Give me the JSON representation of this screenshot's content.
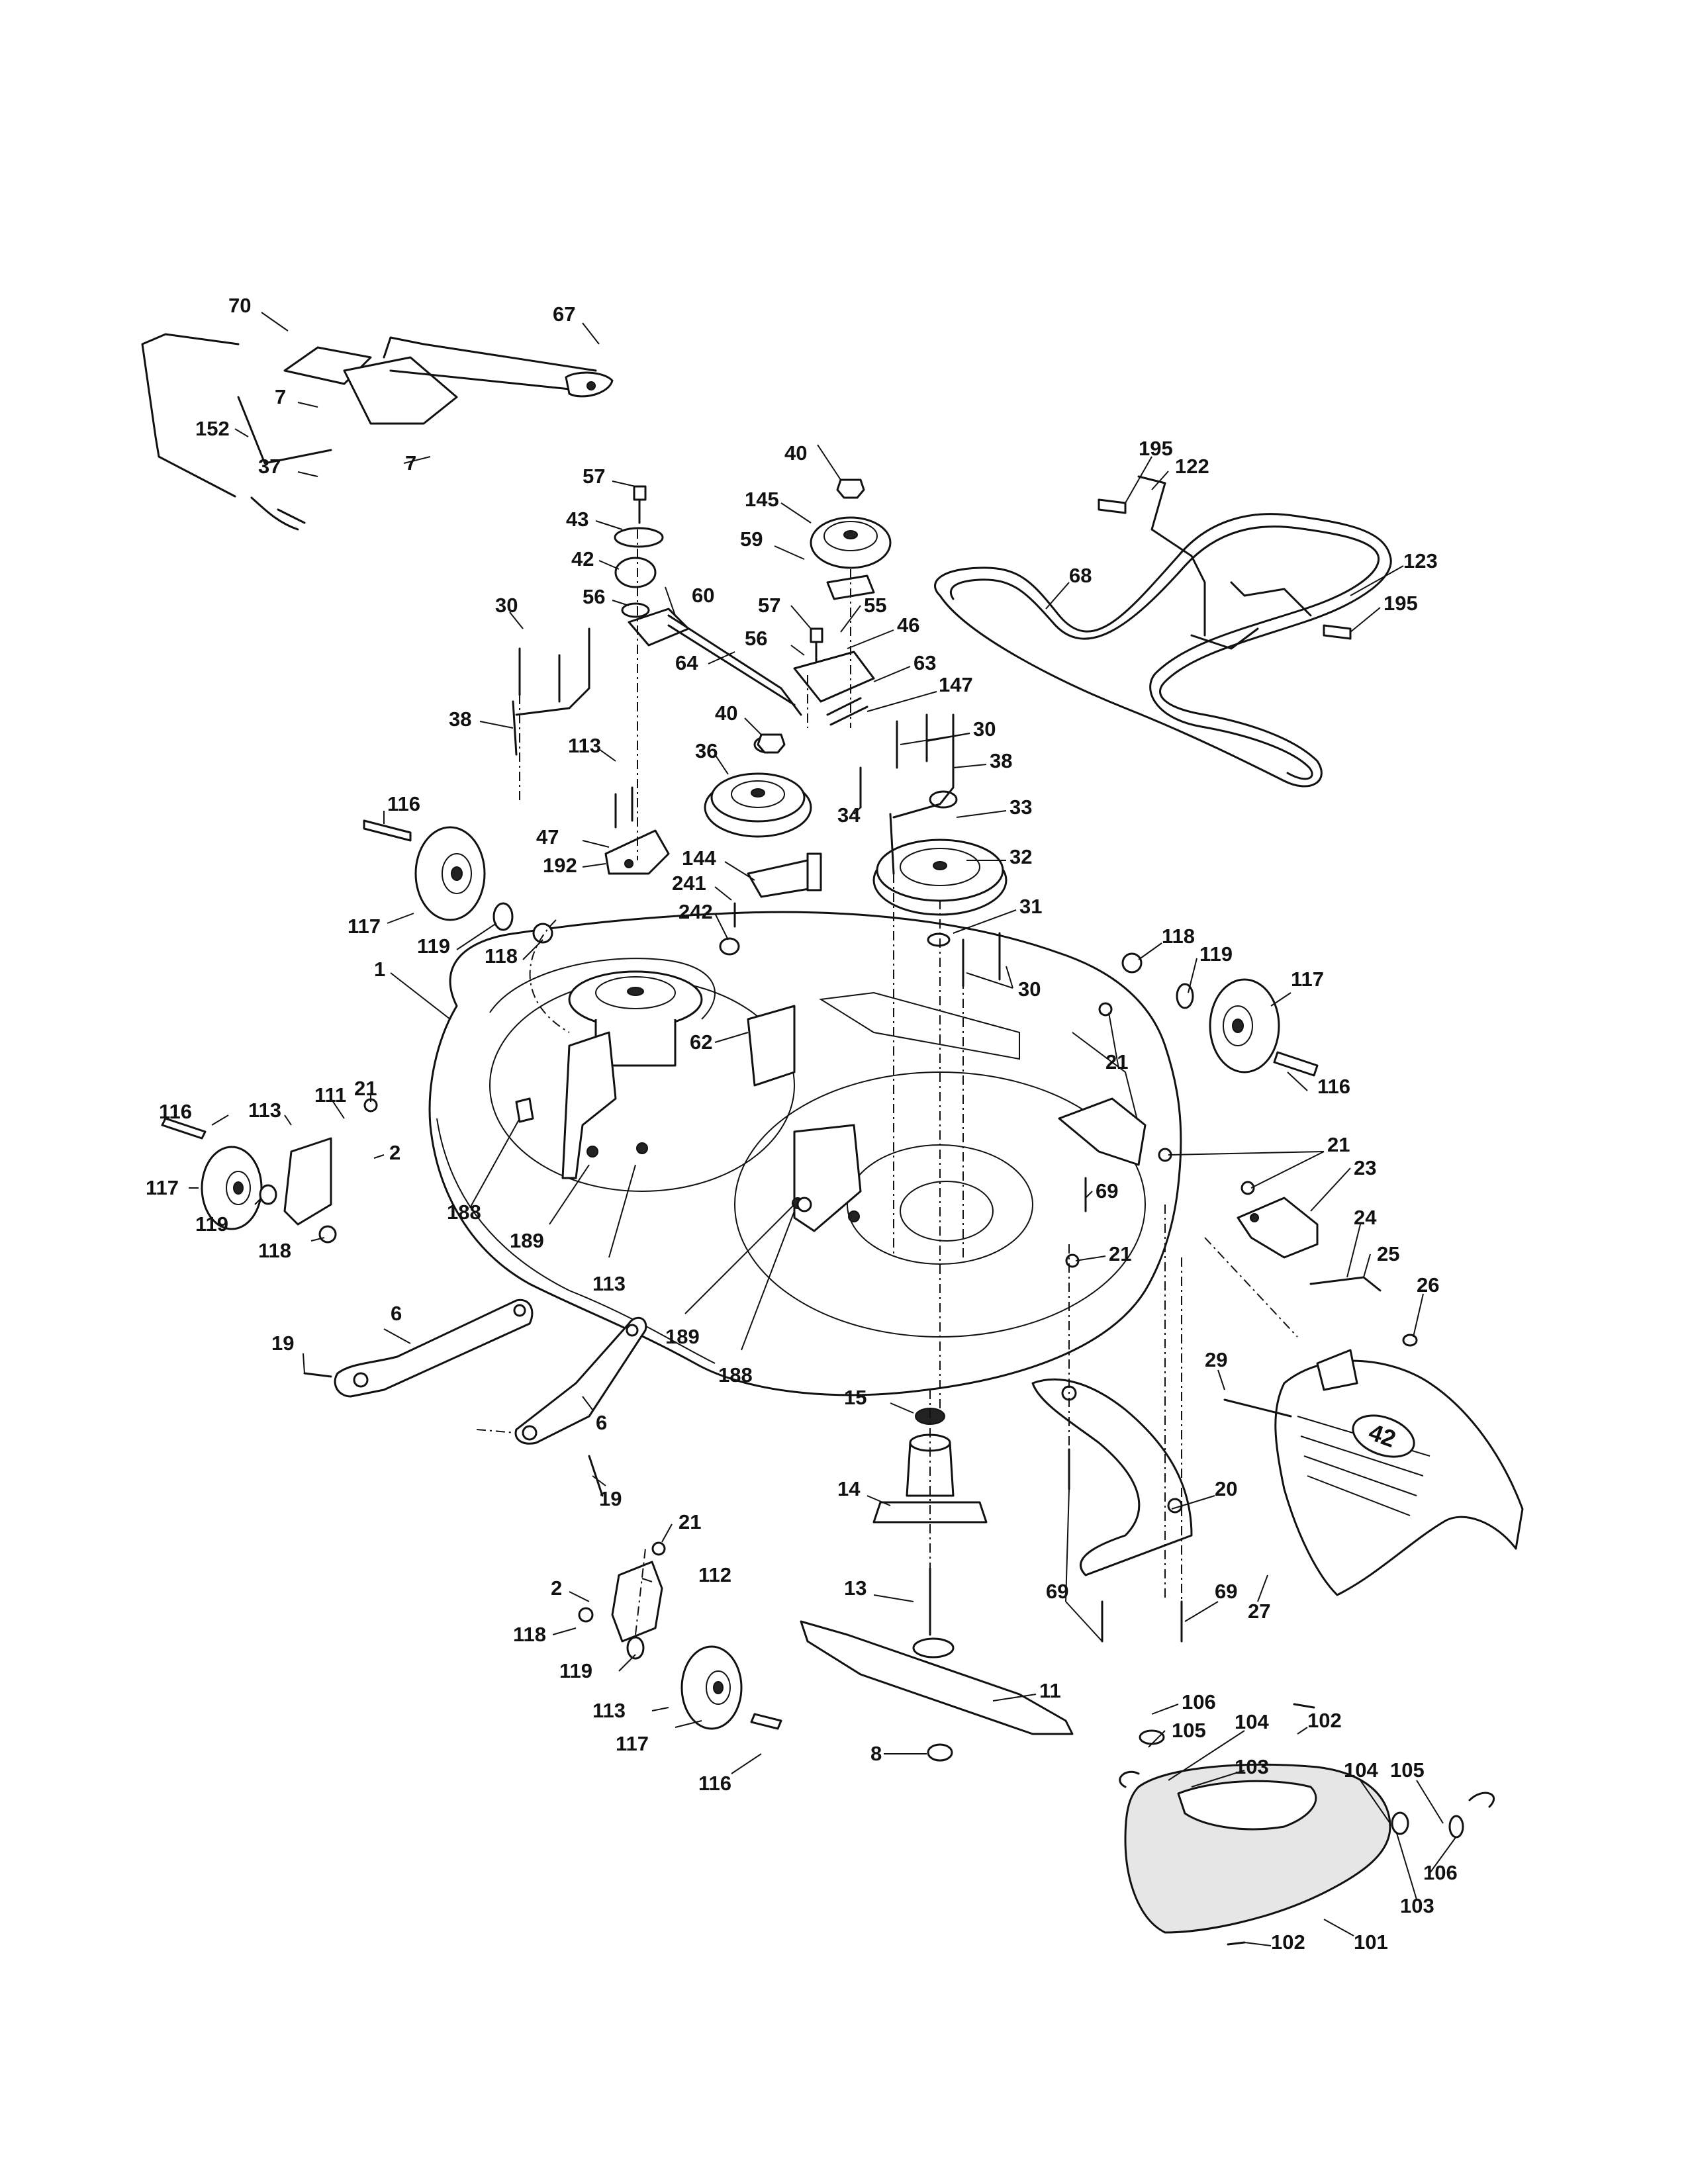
{
  "diagram": {
    "labels": [
      {
        "id": "l70",
        "text": "70"
      },
      {
        "id": "l67",
        "text": "67"
      },
      {
        "id": "l7a",
        "text": "7"
      },
      {
        "id": "l7b",
        "text": "7"
      },
      {
        "id": "l152",
        "text": "152"
      },
      {
        "id": "l37",
        "text": "37"
      },
      {
        "id": "l57a",
        "text": "57"
      },
      {
        "id": "l43",
        "text": "43"
      },
      {
        "id": "l42",
        "text": "42"
      },
      {
        "id": "l56a",
        "text": "56"
      },
      {
        "id": "l60",
        "text": "60"
      },
      {
        "id": "l64",
        "text": "64"
      },
      {
        "id": "l40a",
        "text": "40"
      },
      {
        "id": "l145",
        "text": "145"
      },
      {
        "id": "l59",
        "text": "59"
      },
      {
        "id": "l57b",
        "text": "57"
      },
      {
        "id": "l55",
        "text": "55"
      },
      {
        "id": "l56b",
        "text": "56"
      },
      {
        "id": "l46",
        "text": "46"
      },
      {
        "id": "l63",
        "text": "63"
      },
      {
        "id": "l147",
        "text": "147"
      },
      {
        "id": "l195a",
        "text": "195"
      },
      {
        "id": "l122",
        "text": "122"
      },
      {
        "id": "l68",
        "text": "68"
      },
      {
        "id": "l123",
        "text": "123"
      },
      {
        "id": "l195b",
        "text": "195"
      },
      {
        "id": "l30a",
        "text": "30"
      },
      {
        "id": "l38a",
        "text": "38"
      },
      {
        "id": "l113a",
        "text": "113"
      },
      {
        "id": "l40b",
        "text": "40"
      },
      {
        "id": "l36",
        "text": "36"
      },
      {
        "id": "l30b",
        "text": "30"
      },
      {
        "id": "l38b",
        "text": "38"
      },
      {
        "id": "l34",
        "text": "34"
      },
      {
        "id": "l33",
        "text": "33"
      },
      {
        "id": "l116a",
        "text": "116"
      },
      {
        "id": "l47",
        "text": "47"
      },
      {
        "id": "l192",
        "text": "192"
      },
      {
        "id": "l144",
        "text": "144"
      },
      {
        "id": "l32",
        "text": "32"
      },
      {
        "id": "l241",
        "text": "241"
      },
      {
        "id": "l117a",
        "text": "117"
      },
      {
        "id": "l242",
        "text": "242"
      },
      {
        "id": "l31",
        "text": "31"
      },
      {
        "id": "l119a",
        "text": "119"
      },
      {
        "id": "l118a",
        "text": "118"
      },
      {
        "id": "l118b",
        "text": "118"
      },
      {
        "id": "l119b",
        "text": "119"
      },
      {
        "id": "l30c",
        "text": "30"
      },
      {
        "id": "l117b",
        "text": "117"
      },
      {
        "id": "l1",
        "text": "1"
      },
      {
        "id": "l21a",
        "text": "21"
      },
      {
        "id": "l116b",
        "text": "116"
      },
      {
        "id": "l62",
        "text": "62"
      },
      {
        "id": "l116c",
        "text": "116"
      },
      {
        "id": "l113b",
        "text": "113"
      },
      {
        "id": "l111",
        "text": "111"
      },
      {
        "id": "l21b",
        "text": "21"
      },
      {
        "id": "l2a",
        "text": "2"
      },
      {
        "id": "l21c",
        "text": "21"
      },
      {
        "id": "l23",
        "text": "23"
      },
      {
        "id": "l117c",
        "text": "117"
      },
      {
        "id": "l69a",
        "text": "69"
      },
      {
        "id": "l188a",
        "text": "188"
      },
      {
        "id": "l119c",
        "text": "119"
      },
      {
        "id": "l189a",
        "text": "189"
      },
      {
        "id": "l24",
        "text": "24"
      },
      {
        "id": "l118c",
        "text": "118"
      },
      {
        "id": "l21d",
        "text": "21"
      },
      {
        "id": "l25",
        "text": "25"
      },
      {
        "id": "l113c",
        "text": "113"
      },
      {
        "id": "l26",
        "text": "26"
      },
      {
        "id": "l6a",
        "text": "6"
      },
      {
        "id": "l19a",
        "text": "19"
      },
      {
        "id": "l189b",
        "text": "189"
      },
      {
        "id": "l188b",
        "text": "188"
      },
      {
        "id": "l29",
        "text": "29"
      },
      {
        "id": "l15",
        "text": "15"
      },
      {
        "id": "l6b",
        "text": "6"
      },
      {
        "id": "l19b",
        "text": "19"
      },
      {
        "id": "l14",
        "text": "14"
      },
      {
        "id": "l20",
        "text": "20"
      },
      {
        "id": "l21e",
        "text": "21"
      },
      {
        "id": "l112",
        "text": "112"
      },
      {
        "id": "l2b",
        "text": "2"
      },
      {
        "id": "l13",
        "text": "13"
      },
      {
        "id": "l69b",
        "text": "69"
      },
      {
        "id": "l69c",
        "text": "69"
      },
      {
        "id": "l27",
        "text": "27"
      },
      {
        "id": "l118d",
        "text": "118"
      },
      {
        "id": "l119d",
        "text": "119"
      },
      {
        "id": "l11",
        "text": "11"
      },
      {
        "id": "l113d",
        "text": "113"
      },
      {
        "id": "l106a",
        "text": "106"
      },
      {
        "id": "l105a",
        "text": "105"
      },
      {
        "id": "l104a",
        "text": "104"
      },
      {
        "id": "l102a",
        "text": "102"
      },
      {
        "id": "l117d",
        "text": "117"
      },
      {
        "id": "l116d",
        "text": "116"
      },
      {
        "id": "l8",
        "text": "8"
      },
      {
        "id": "l103a",
        "text": "103"
      },
      {
        "id": "l104b",
        "text": "104"
      },
      {
        "id": "l105b",
        "text": "105"
      },
      {
        "id": "l106b",
        "text": "106"
      },
      {
        "id": "l103b",
        "text": "103"
      },
      {
        "id": "l102b",
        "text": "102"
      },
      {
        "id": "l101",
        "text": "101"
      }
    ],
    "chute_badge": "42"
  }
}
